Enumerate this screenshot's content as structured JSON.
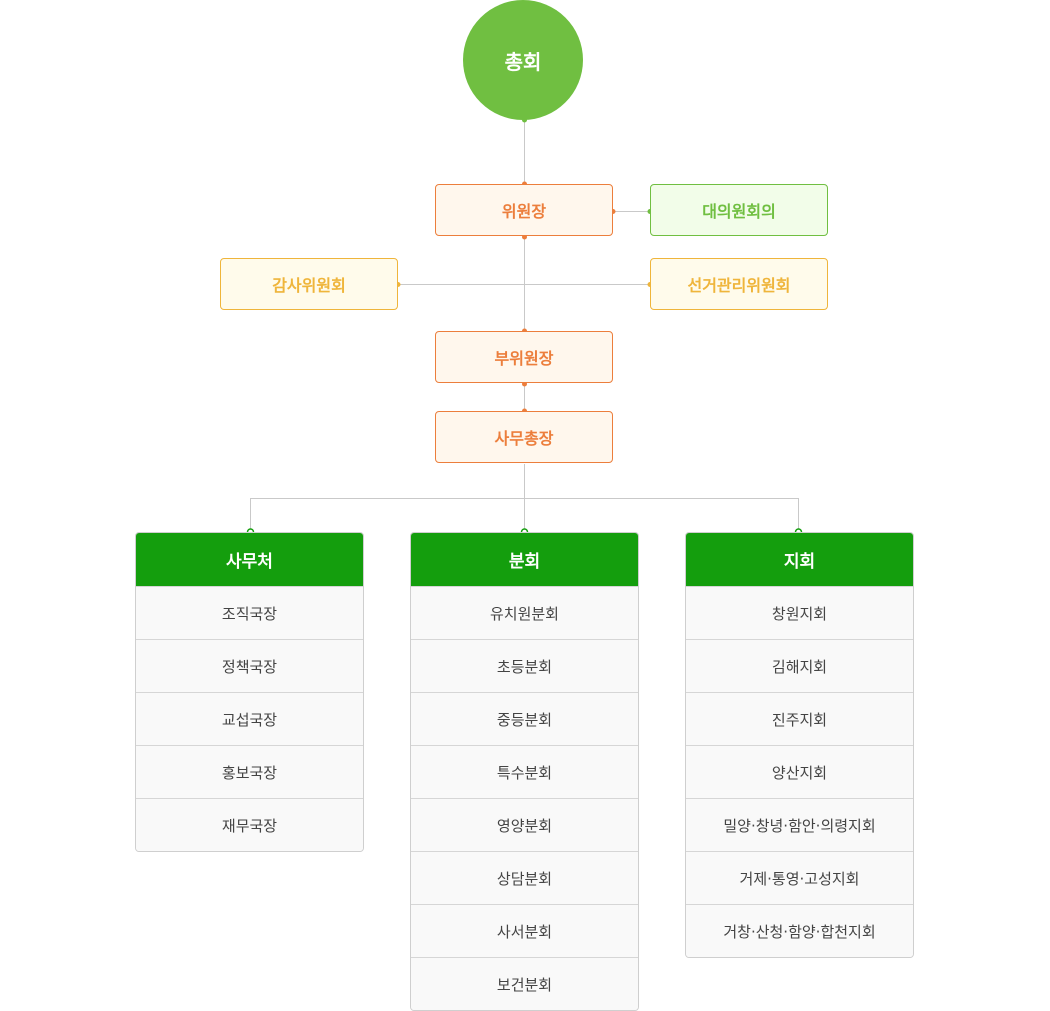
{
  "root": {
    "label": "총회"
  },
  "chair": {
    "label": "위원장"
  },
  "council": {
    "label": "대의원회의"
  },
  "audit": {
    "label": "감사위원회"
  },
  "election": {
    "label": "선거관리위원회"
  },
  "vice_chair": {
    "label": "부위원장"
  },
  "secretary_general": {
    "label": "사무총장"
  },
  "columns": [
    {
      "title": "사무처",
      "items": [
        "조직국장",
        "정책국장",
        "교섭국장",
        "홍보국장",
        "재무국장"
      ]
    },
    {
      "title": "분회",
      "items": [
        "유치원분회",
        "초등분회",
        "중등분회",
        "특수분회",
        "영양분회",
        "상담분회",
        "사서분회",
        "보건분회"
      ]
    },
    {
      "title": "지회",
      "items": [
        "창원지회",
        "김해지회",
        "진주지회",
        "양산지회",
        "밀양·창녕·함안·의령지회",
        "거제·통영·고성지회",
        "거창·산청·함양·합천지회"
      ]
    }
  ]
}
